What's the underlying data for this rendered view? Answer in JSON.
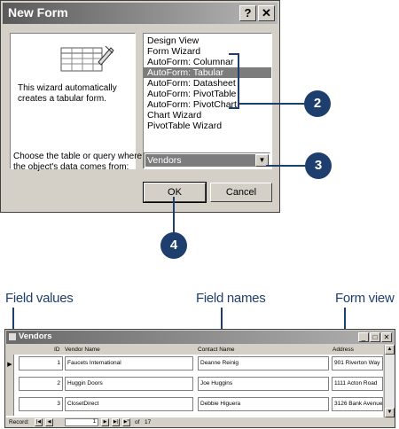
{
  "dialog": {
    "title": "New Form",
    "help_label": "?",
    "close_label": "✕",
    "description": "This wizard automatically creates a tabular form.",
    "options": [
      "Design View",
      "Form Wizard",
      "AutoForm:  Columnar",
      "AutoForm:  Tabular",
      "AutoForm:  Datasheet",
      "AutoForm:  PivotTable",
      "AutoForm:  PivotChart",
      "Chart Wizard",
      "PivotTable Wizard"
    ],
    "selected_option": "AutoForm:  Tabular",
    "source_prompt": "Choose the table or query where the object's data comes from:",
    "source_value": "Vendors",
    "ok_label": "OK",
    "cancel_label": "Cancel"
  },
  "callouts": {
    "two": "2",
    "three": "3",
    "four": "4"
  },
  "captions": {
    "field_values": "Field values",
    "field_names": "Field names",
    "form_view": "Form view"
  },
  "vendors": {
    "title": "Vendors",
    "columns": {
      "id": "ID",
      "vendor_name": "Vendor Name",
      "contact_name": "Contact Name",
      "address": "Address"
    },
    "rows": [
      {
        "id": "1",
        "vendor_name": "Faucets International",
        "contact_name": "Deanne Reinig",
        "address": "901 Riverton Way"
      },
      {
        "id": "2",
        "vendor_name": "Huggin Doors",
        "contact_name": "Joe Huggins",
        "address": "1111 Acton Road"
      },
      {
        "id": "3",
        "vendor_name": "ClosetDirect",
        "contact_name": "Debbie Higuera",
        "address": "3126 Bank Avenue"
      }
    ],
    "record_label": "Record:",
    "current_record": "1",
    "of_label": "of",
    "total_records": "17"
  },
  "colors": {
    "callout": "#1e3f6e",
    "dialog_face": "#d4d0c8",
    "selection": "#7c7c7c"
  }
}
